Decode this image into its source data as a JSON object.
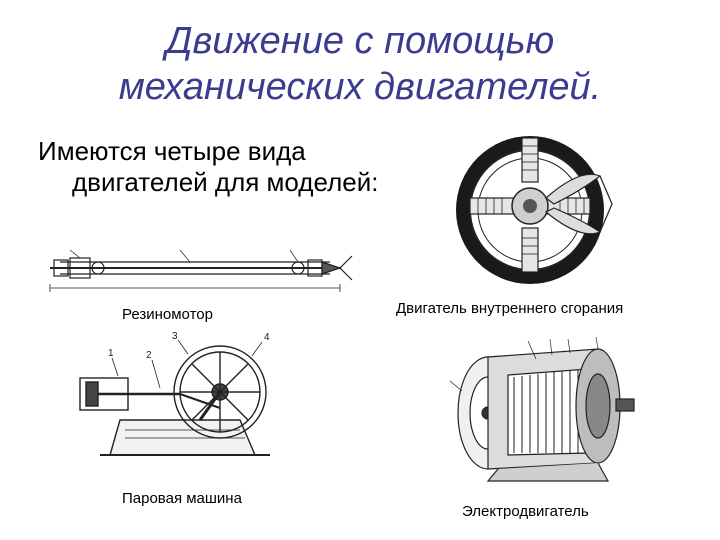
{
  "slide": {
    "title_line1": "Движение с помощью",
    "title_line2": "механических двигателей.",
    "bullet": "Имеются четыре вида двигателей для моделей:"
  },
  "figures": {
    "rubber_motor": {
      "caption": "Резиномотор",
      "icon": "rubber-motor-drawing"
    },
    "ice_engine": {
      "caption": "Двигатель внутреннего сгорания",
      "icon": "radial-engine-drawing"
    },
    "steam_engine": {
      "caption": "Паровая машина",
      "icon": "steam-engine-drawing",
      "labels": [
        "1",
        "2",
        "3",
        "4"
      ]
    },
    "electric_motor": {
      "caption": "Электродвигатель",
      "icon": "electric-motor-drawing"
    }
  },
  "colors": {
    "title": "#3b3b8f",
    "text": "#000000",
    "line": "#222222"
  }
}
